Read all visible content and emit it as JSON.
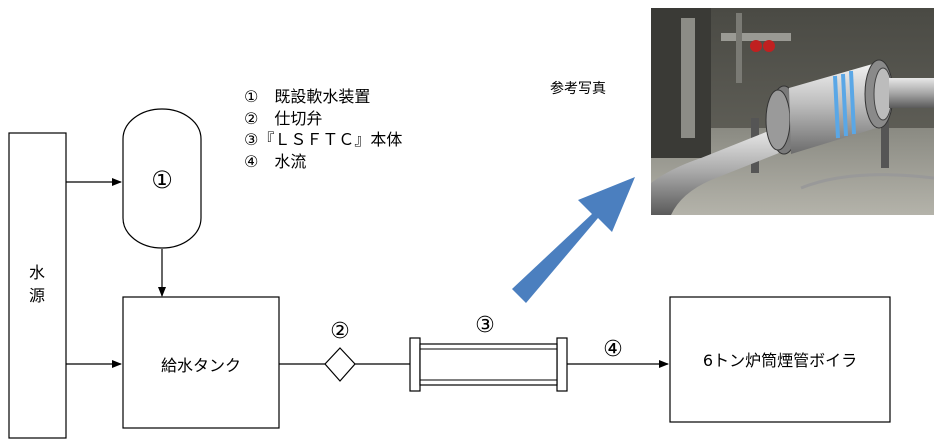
{
  "source": {
    "label_line1": "水",
    "label_line2": "源"
  },
  "softener": {
    "number": "①"
  },
  "feed_tank": {
    "label": "給水タンク"
  },
  "valve": {
    "number": "②"
  },
  "lsftc": {
    "number": "③"
  },
  "flow": {
    "number": "④"
  },
  "boiler": {
    "label": "6トン炉筒煙管ボイラ"
  },
  "legend": {
    "item1": "①　既設軟水装置",
    "item2": "②　仕切弁",
    "item3": "③『ＬＳＦＴＣ』本体",
    "item4": "④　水流"
  },
  "photo": {
    "label": "参考写真"
  },
  "colors": {
    "arrow": "#4b7fbf",
    "stroke": "#000000"
  }
}
